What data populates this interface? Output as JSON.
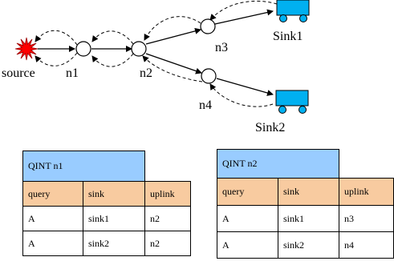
{
  "diagram": {
    "node_labels": {
      "source": "source",
      "n1": "n1",
      "n2": "n2",
      "n3": "n3",
      "n4": "n4",
      "sink1": "Sink1",
      "sink2": "Sink2"
    },
    "colors": {
      "source": "#ff0000",
      "sink": "#00b0f0",
      "table_title": "#99ccff",
      "table_header": "#f8cba0"
    }
  },
  "tables": [
    {
      "title": "QINT n1",
      "headers": [
        "query",
        "sink",
        "uplink"
      ],
      "rows": [
        [
          "A",
          "sink1",
          "n2"
        ],
        [
          "A",
          "sink2",
          "n2"
        ]
      ]
    },
    {
      "title": "QINT  n2",
      "headers": [
        "query",
        "sink",
        "uplink"
      ],
      "rows": [
        [
          "A",
          "sink1",
          "n3"
        ],
        [
          "A",
          "sink2",
          "n4"
        ]
      ]
    }
  ]
}
